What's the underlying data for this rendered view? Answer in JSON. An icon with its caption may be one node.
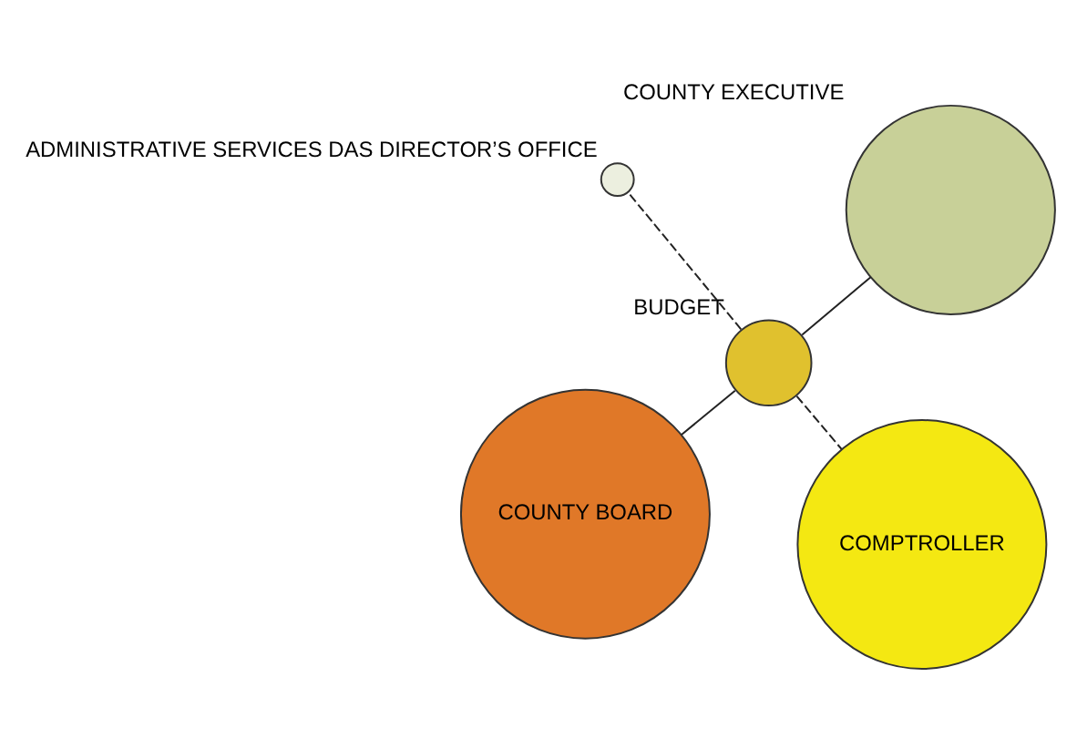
{
  "diagram": {
    "nodes": [
      {
        "text": [
          "COUNTY BOARD"
        ]
      },
      {
        "text": [
          "COMPTROLLER"
        ]
      },
      {
        "text": [
          "BUDGET"
        ]
      },
      {
        "text": [
          "ADMINISTRATIVE SERVICES DAS DIRECTOR’S OFFICE"
        ]
      },
      {
        "text": [
          "COUNTY EXECUTIVE"
        ]
      }
    ],
    "edges": [
      {
        "from": 2,
        "to": 0,
        "arrow": "none"
      },
      {
        "from": 2,
        "to": 1,
        "arrow": "none",
        "style": "dashed"
      },
      {
        "from": 2,
        "to": 4,
        "arrow": "none"
      },
      {
        "from": 2,
        "to": 3,
        "arrow": "none",
        "style": "dashed"
      }
    ]
  }
}
